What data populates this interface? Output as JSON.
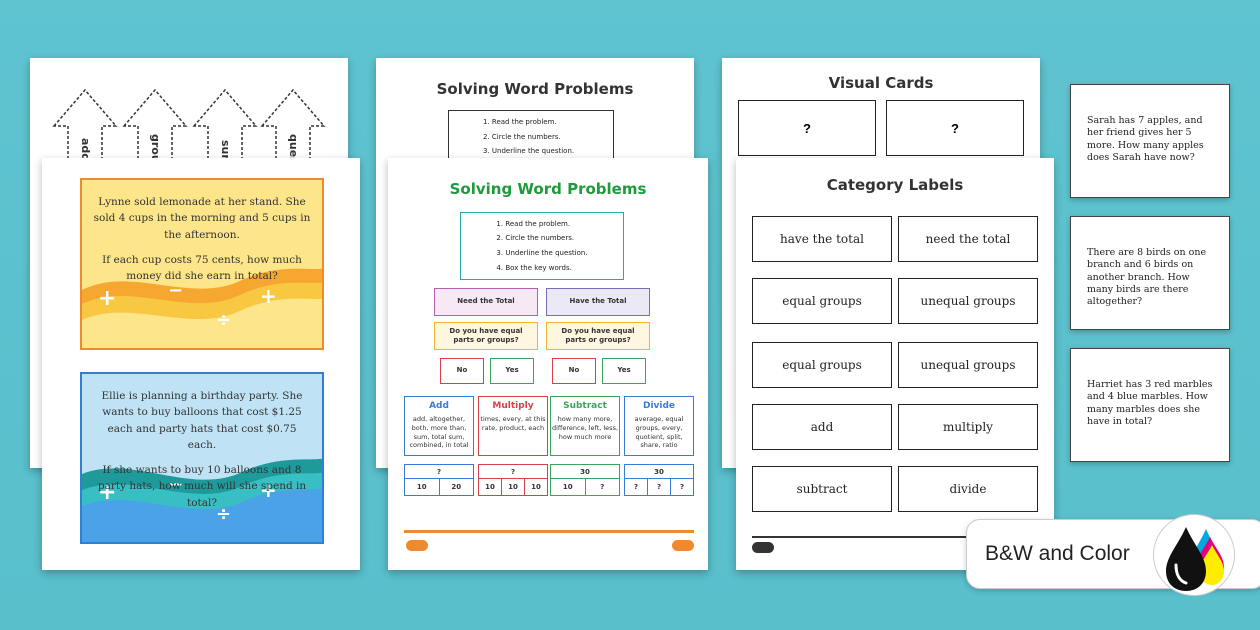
{
  "colors": {
    "background": "#5fc3d0",
    "title_green": "#1f9a3c",
    "teal": "#2aa8a8",
    "purple": "#7b6bb8",
    "red": "#d9404a",
    "green": "#3ba55c",
    "blue": "#3a7bd5"
  },
  "arrows_sheet": {
    "arrow_words": [
      "adds",
      "groups",
      "sum",
      "question"
    ]
  },
  "solving_bw": {
    "title": "Solving Word Problems",
    "steps": [
      "1.  Read the problem.",
      "2.  Circle the numbers.",
      "3.  Underline the question."
    ]
  },
  "solving_color": {
    "title": "Solving Word Problems",
    "steps": [
      "1.  Read the problem.",
      "2.  Circle the numbers.",
      "3.  Underline the question.",
      "4.  Box the key words."
    ],
    "need_total": "Need the Total",
    "have_total": "Have the Total",
    "equal_question": "Do you have equal parts or groups?",
    "no": "No",
    "yes": "Yes",
    "operations": [
      {
        "title": "Add",
        "words": "add, altogether, both, more than, sum, total sum, combined, in total",
        "color": "#3a7bd5"
      },
      {
        "title": "Multiply",
        "words": "times, every, at this rate, product, each",
        "color": "#d9404a"
      },
      {
        "title": "Subtract",
        "words": "how many more, difference, left, less, how much more",
        "color": "#3ba55c"
      },
      {
        "title": "Divide",
        "words": "average, equal groups, every, quotient, split, share, ratio",
        "color": "#3a7bd5"
      }
    ],
    "bar_models": [
      {
        "top": "?",
        "bottom": [
          "10",
          "20"
        ],
        "color": "#3a7bd5"
      },
      {
        "top": "?",
        "bottom": [
          "10",
          "10",
          "10"
        ],
        "color": "#d9404a"
      },
      {
        "top": "30",
        "bottom": [
          "10",
          "?"
        ],
        "color": "#3ba55c"
      },
      {
        "top": "30",
        "bottom": [
          "?",
          "?",
          "?"
        ],
        "color": "#3a7bd5"
      }
    ]
  },
  "visual_cards": {
    "title": "Visual Cards",
    "marks": [
      "?",
      "?"
    ]
  },
  "category_labels": {
    "title": "Category Labels",
    "labels": [
      "have the total",
      "need the total",
      "equal groups",
      "unequal groups",
      "equal groups",
      "unequal groups",
      "add",
      "multiply",
      "subtract",
      "divide"
    ]
  },
  "color_cards": [
    {
      "p1": "Lynne sold lemonade at her stand. She sold 4 cups in the morning and 5 cups in the afternoon.",
      "p2": "If each cup costs 75 cents, how much money did she earn in total?"
    },
    {
      "p1": "Ellie is planning a birthday party. She wants to buy balloons that cost $1.25 each and party hats that cost $0.75 each.",
      "p2": "If she wants to buy 10 balloons and 8 party hats, how much will she spend in total?"
    }
  ],
  "operation_symbols": [
    "+",
    "−",
    "÷",
    "+"
  ],
  "bw_cards": [
    "Sarah has 7 apples, and her friend gives her 5 more. How many apples does Sarah have now?",
    "There are 8 birds on one branch and 6 birds on another branch. How many birds are there altogether?",
    "Harriet has 3 red marbles and 4 blue marbles. How many marbles does she have in total?"
  ],
  "badge": {
    "label": "B&W and Color",
    "icon": "ink-drops-icon"
  }
}
